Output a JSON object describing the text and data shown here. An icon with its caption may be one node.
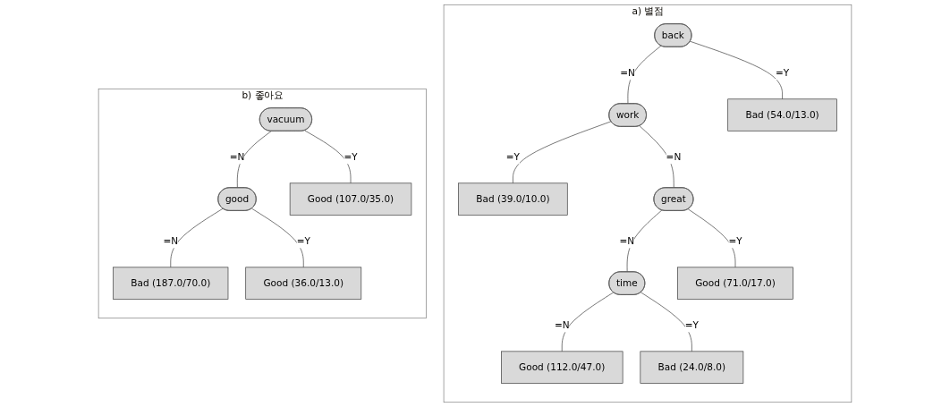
{
  "diagram": {
    "nodes": [
      {
        "text": [
          "a) 별점"
        ]
      },
      {
        "text": [
          "back"
        ],
        "in": 0
      },
      {
        "text": [
          "work"
        ],
        "in": 0
      },
      {
        "text": [
          "Bad (54.0/13.0)"
        ],
        "in": 0
      },
      {
        "text": [
          "Bad (39.0/10.0)"
        ],
        "in": 0
      },
      {
        "text": [
          "great"
        ],
        "in": 0
      },
      {
        "text": [
          "time"
        ],
        "in": 0
      },
      {
        "text": [
          "Good (71.0/17.0)"
        ],
        "in": 0
      },
      {
        "text": [
          "Good (112.0/47.0)"
        ],
        "in": 0
      },
      {
        "text": [
          "Bad (24.0/8.0)"
        ],
        "in": 0
      },
      {
        "text": [
          "b) 좋아요"
        ]
      },
      {
        "text": [
          "vacuum"
        ],
        "in": 10
      },
      {
        "text": [
          "good"
        ],
        "in": 10
      },
      {
        "text": [
          "Good (107.0/35.0)"
        ],
        "in": 10
      },
      {
        "text": [
          "Bad (187.0/70.0)"
        ],
        "in": 10
      },
      {
        "text": [
          "Good (36.0/13.0)"
        ],
        "in": 10
      }
    ],
    "edges": [
      {
        "from": 1,
        "to": 2,
        "arrow": "none",
        "label": "=N"
      },
      {
        "from": 1,
        "to": 3,
        "arrow": "none",
        "label": "=Y"
      },
      {
        "from": 2,
        "to": 4,
        "arrow": "none",
        "label": "=Y"
      },
      {
        "from": 2,
        "to": 5,
        "arrow": "none",
        "label": "=N"
      },
      {
        "from": 5,
        "to": 6,
        "arrow": "none",
        "label": "=N"
      },
      {
        "from": 5,
        "to": 7,
        "arrow": "none",
        "label": "=Y"
      },
      {
        "from": 6,
        "to": 8,
        "arrow": "none",
        "label": "=N"
      },
      {
        "from": 6,
        "to": 9,
        "arrow": "none",
        "label": "=Y"
      },
      {
        "from": 11,
        "to": 12,
        "arrow": "none",
        "label": "=N"
      },
      {
        "from": 11,
        "to": 13,
        "arrow": "none",
        "label": "=Y"
      },
      {
        "from": 12,
        "to": 14,
        "arrow": "none",
        "label": "=N"
      },
      {
        "from": 12,
        "to": 15,
        "arrow": "none",
        "label": "=Y"
      }
    ]
  }
}
